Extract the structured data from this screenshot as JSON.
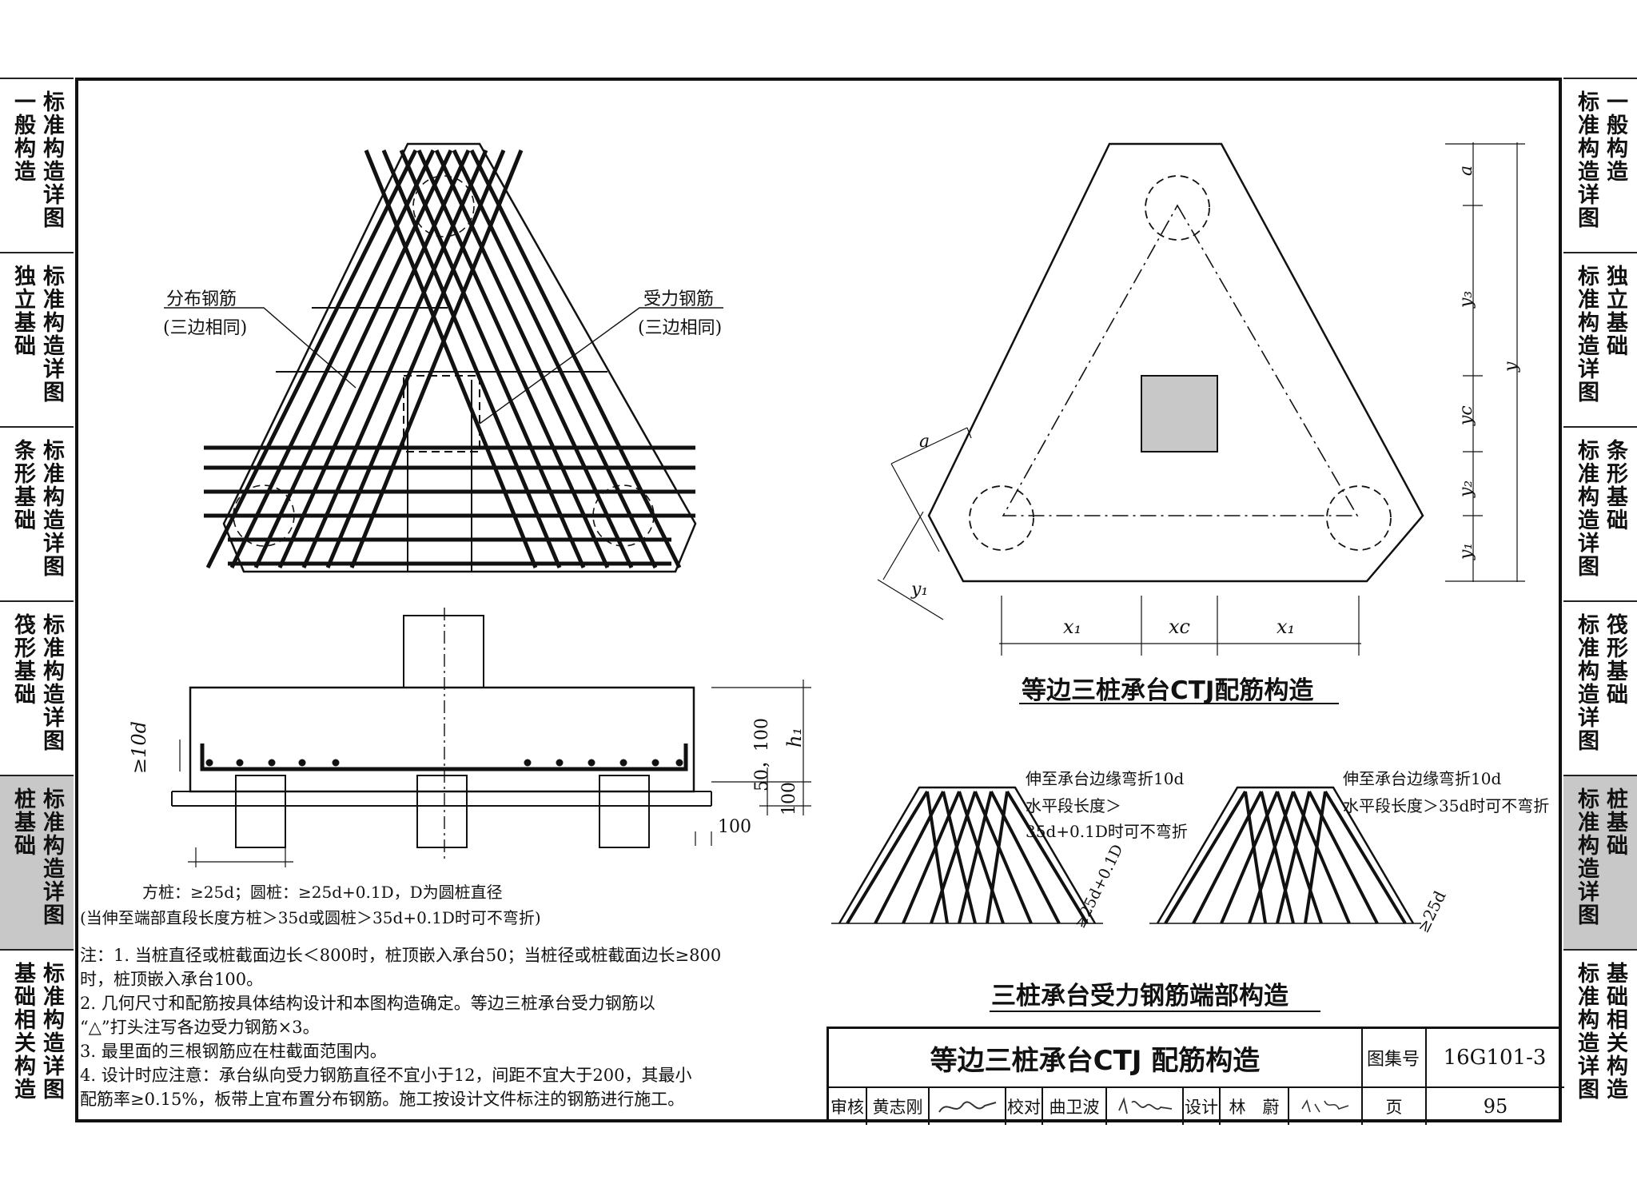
{
  "sidebar_left": [
    {
      "cols": [
        "一般构造",
        "标准构造详图"
      ]
    },
    {
      "cols": [
        "独立基础",
        "标准构造详图"
      ]
    },
    {
      "cols": [
        "条形基础",
        "标准构造详图"
      ]
    },
    {
      "cols": [
        "筏形基础",
        "标准构造详图"
      ]
    },
    {
      "cols": [
        "桩基础",
        "标准构造详图"
      ],
      "active": true
    },
    {
      "cols": [
        "基础相关构造",
        "标准构造详图"
      ]
    }
  ],
  "sidebar_right": [
    {
      "cols": [
        "标准构造详图",
        "一般构造"
      ]
    },
    {
      "cols": [
        "标准构造详图",
        "独立基础"
      ]
    },
    {
      "cols": [
        "标准构造详图",
        "条形基础"
      ]
    },
    {
      "cols": [
        "标准构造详图",
        "筏形基础"
      ]
    },
    {
      "cols": [
        "标准构造详图",
        "桩基础"
      ],
      "active": true
    },
    {
      "cols": [
        "标准构造详图",
        "基础相关构造"
      ]
    }
  ],
  "plan": {
    "dist_rebar": "分布钢筋",
    "dist_same": "(三边相同)",
    "main_rebar": "受力钢筋",
    "main_same": "(三边相同)"
  },
  "section": {
    "h10d": "≥10d",
    "dim_50_100": "50，100",
    "h1": "h₁",
    "dim_100a": "100",
    "dim_100b": "100",
    "anchor_note": "方桩：≥25d；圆桩：≥25d+0.1D，D为圆桩直径",
    "anchor_note2": "(当伸至端部直段长度方桩＞35d或圆桩＞35d+0.1D时可不弯折)"
  },
  "right_plan": {
    "a_top": "a",
    "y3": "y₃",
    "y": "y",
    "yc": "yc",
    "y2": "y₂",
    "y1_r": "y₁",
    "a_left": "a",
    "y1_l": "y₁",
    "x1a": "x₁",
    "xc": "xc",
    "x1b": "x₁",
    "title": "等边三桩承台CTJ配筋构造"
  },
  "end_detail": {
    "left_note1": "伸至承台边缘弯折10d",
    "left_note2": "水平段长度＞",
    "left_note3": "35d+0.1D时可不弯折",
    "left_dim": "≥25d+0.1D",
    "right_note1": "伸至承台边缘弯折10d",
    "right_note2": "水平段长度＞35d时可不弯折",
    "right_dim": "≥25d",
    "title": "三桩承台受力钢筋端部构造"
  },
  "notes": [
    "注：1. 当桩直径或桩截面边长＜800时，桩顶嵌入承台50；当桩径或桩截面边长≥800",
    "        时，桩顶嵌入承台100。",
    "     2. 几何尺寸和配筋按具体结构设计和本图构造确定。等边三桩承台受力钢筋以",
    "        “△”打头注写各边受力钢筋×3。",
    "     3. 最里面的三根钢筋应在柱截面范围内。",
    "     4. 设计时应注意：承台纵向受力钢筋直径不宜小于12，间距不宜大于200，其最小",
    "        配筋率≥0.15%，板带上宜布置分布钢筋。施工按设计文件标注的钢筋进行施工。"
  ],
  "title_block": {
    "title": "等边三桩承台CTJ 配筋构造",
    "atlas_label": "图集号",
    "atlas_no": "16G101-3",
    "review_label": "审核",
    "reviewer": "黄志刚",
    "check_label": "校对",
    "checker": "曲卫波",
    "design_label": "设计",
    "designer": "林　蔚",
    "page_label": "页",
    "page_no": "95"
  }
}
